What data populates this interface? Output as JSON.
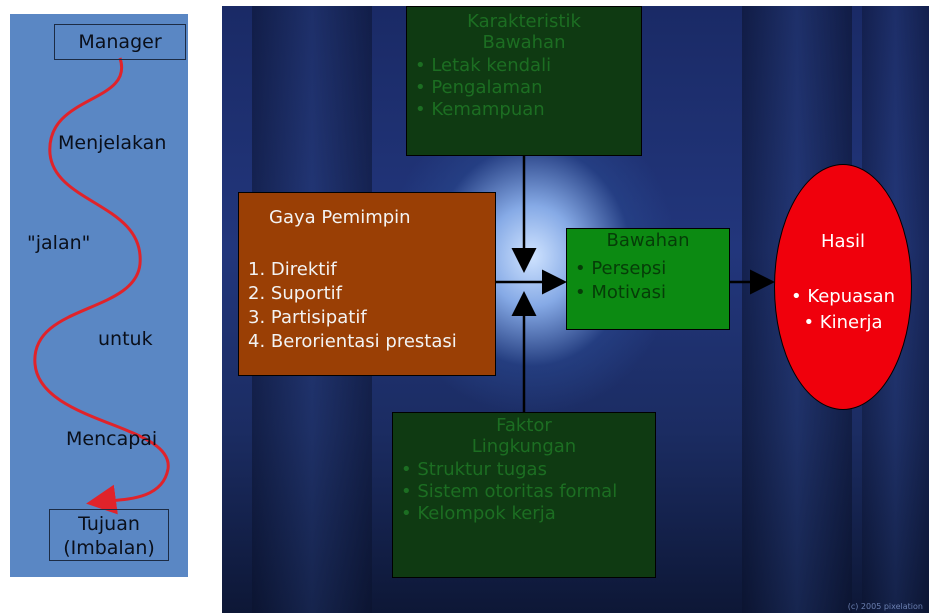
{
  "left_panel": {
    "top_box": "Manager",
    "steps": [
      "Menjelakan",
      "\"jalan\"",
      "untuk",
      "Mencapai"
    ],
    "bottom_box_line1": "Tujuan",
    "bottom_box_line2": "(Imbalan)",
    "background_color": "#5a87c4",
    "curve_color": "#e0232a"
  },
  "diagram": {
    "karakteristik": {
      "title_line1": "Karakteristik",
      "title_line2": "Bawahan",
      "items": [
        "• Letak kendali",
        "• Pengalaman",
        "• Kemampuan"
      ]
    },
    "gaya": {
      "title": "Gaya  Pemimpin",
      "items": [
        "1. Direktif",
        "2. Suportif",
        "3. Partisipatif",
        "4. Berorientasi prestasi"
      ]
    },
    "bawahan": {
      "title": "Bawahan",
      "items": [
        "• Persepsi",
        "• Motivasi"
      ]
    },
    "faktor": {
      "title_line1": "Faktor",
      "title_line2": "Lingkungan",
      "items": [
        "• Struktur tugas",
        "• Sistem otoritas formal",
        "• Kelompok kerja"
      ]
    },
    "hasil": {
      "title": "Hasil",
      "items": [
        "• Kepuasan",
        "• Kinerja"
      ]
    },
    "colors": {
      "dark_green": "#0f3a12",
      "orange_brown": "#9a3f05",
      "bright_green": "#0c8a12",
      "red": "#f0000c"
    }
  },
  "copyright": "(c) 2005 pixelation"
}
